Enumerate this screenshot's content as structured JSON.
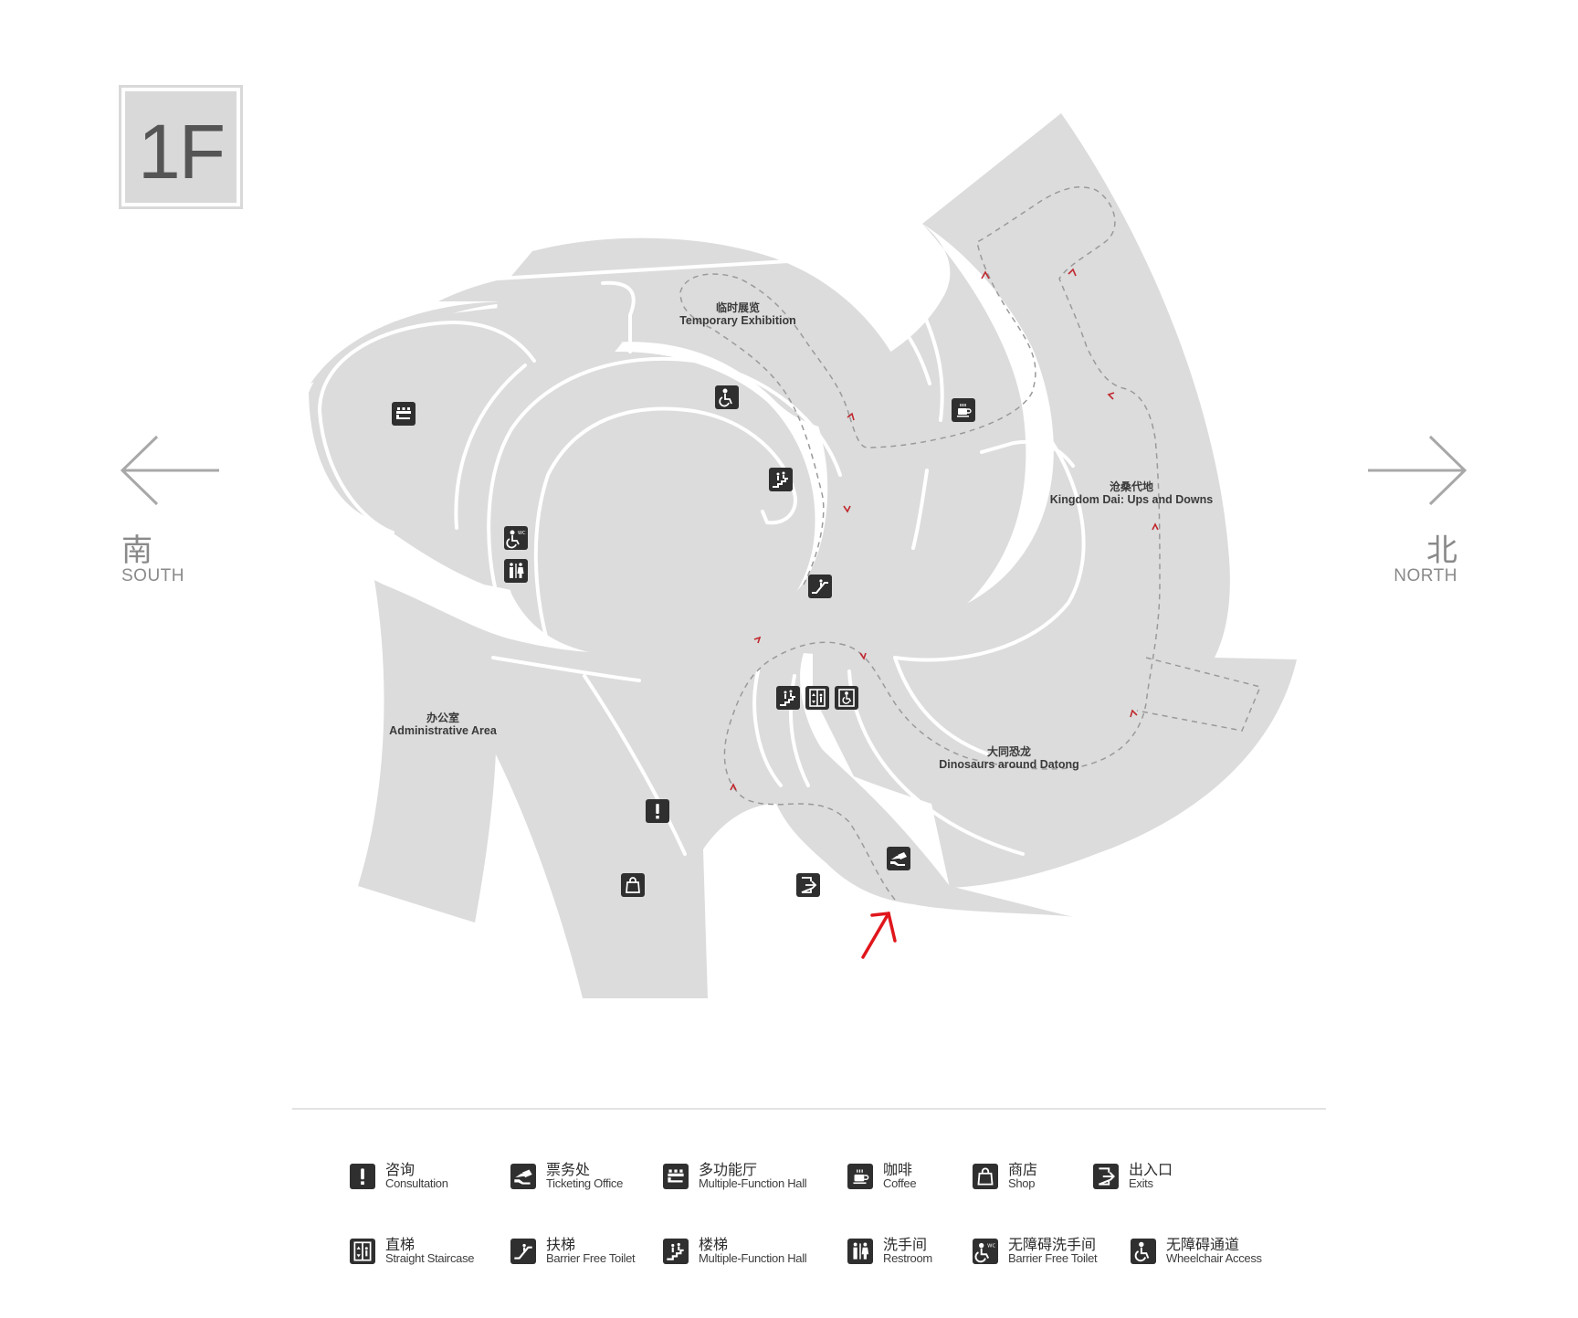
{
  "floor": {
    "label": "1F"
  },
  "compass": {
    "south": {
      "zh": "南",
      "en": "SOUTH"
    },
    "north": {
      "zh": "北",
      "en": "NORTH"
    }
  },
  "areas": {
    "temporary_exhibition": {
      "zh": "临时展览",
      "en": "Temporary Exhibition"
    },
    "kingdom_dai": {
      "zh": "沧桑代地",
      "en": "Kingdom Dai: Ups and Downs"
    },
    "administrative": {
      "zh": "办公室",
      "en": "Administrative Area"
    },
    "dinosaurs": {
      "zh": "大同恐龙",
      "en": "Dinosaurs around Datong"
    }
  },
  "colors": {
    "floor_fill": "#dcdcdc",
    "wall": "#ffffff",
    "icon_bg": "#2f2f2f",
    "route": "#9a9a9a",
    "route_arrow": "#c0282e",
    "entrance_arrow": "#e0161b",
    "text_dark": "#333333",
    "compass": "#8a8a8a"
  },
  "legend": {
    "consultation": {
      "zh": "咨询",
      "en": "Consultation",
      "icon": "exclamation-icon"
    },
    "ticketing": {
      "zh": "票务处",
      "en": "Ticketing Office",
      "icon": "ticket-hand-icon"
    },
    "multi_hall": {
      "zh": "多功能厅",
      "en": "Multiple-Function Hall",
      "icon": "auditorium-icon"
    },
    "coffee": {
      "zh": "咖啡",
      "en": "Coffee",
      "icon": "coffee-cup-icon"
    },
    "shop": {
      "zh": "商店",
      "en": "Shop",
      "icon": "shopping-bag-icon"
    },
    "exits": {
      "zh": "出入口",
      "en": "Exits",
      "icon": "exit-icon"
    },
    "elevator": {
      "zh": "直梯",
      "en": "Straight Staircase",
      "icon": "elevator-icon"
    },
    "escalator": {
      "zh": "扶梯",
      "en": "Barrier Free Toilet",
      "icon": "escalator-icon"
    },
    "stairs": {
      "zh": "楼梯",
      "en": "Multiple-Function Hall",
      "icon": "stairs-icon"
    },
    "restroom": {
      "zh": "洗手间",
      "en": "Restroom",
      "icon": "restroom-icon"
    },
    "barrier_free_toilet": {
      "zh": "无障碍洗手间",
      "en": "Barrier Free Toilet",
      "icon": "accessible-wc-icon"
    },
    "wheelchair": {
      "zh": "无障碍通道",
      "en": "Wheelchair Access",
      "icon": "wheelchair-icon"
    }
  }
}
